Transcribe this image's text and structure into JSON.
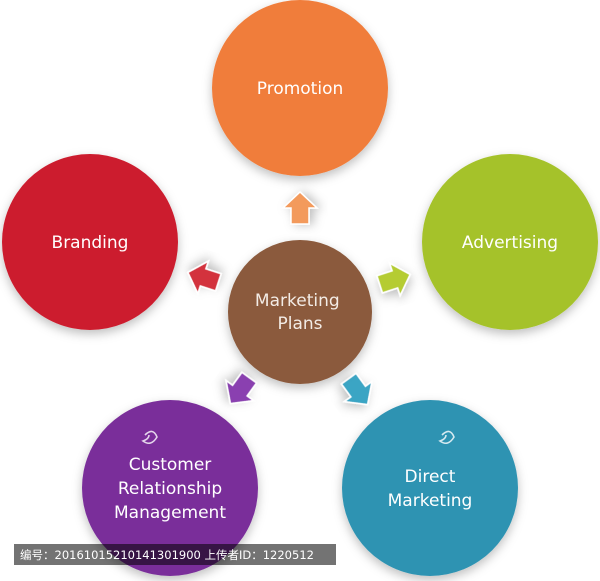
{
  "diagram": {
    "center": {
      "label_lines": [
        "Marketing",
        "Plans"
      ],
      "color": "#8b5a3c"
    },
    "nodes": [
      {
        "key": "promotion",
        "label_lines": [
          "Promotion"
        ],
        "color": "#f07d3a",
        "arrow_color": "#f39a5c"
      },
      {
        "key": "advertising",
        "label_lines": [
          "Advertising"
        ],
        "color": "#a5c22a",
        "arrow_color": "#b5cc33"
      },
      {
        "key": "direct-marketing",
        "label_lines": [
          "Direct",
          "Marketing"
        ],
        "color": "#2f93b2",
        "arrow_color": "#3aa5c4"
      },
      {
        "key": "customer-relationship-management",
        "label_lines": [
          "Customer",
          "Relationship",
          "Management"
        ],
        "color": "#7a2f9a",
        "arrow_color": "#8a3fb0"
      },
      {
        "key": "branding",
        "label_lines": [
          "Branding"
        ],
        "color": "#cc1f2f",
        "arrow_color": "#d3303e"
      }
    ]
  },
  "watermark": {
    "text": "编号：20161015210141301900 上传者ID：1220512"
  }
}
